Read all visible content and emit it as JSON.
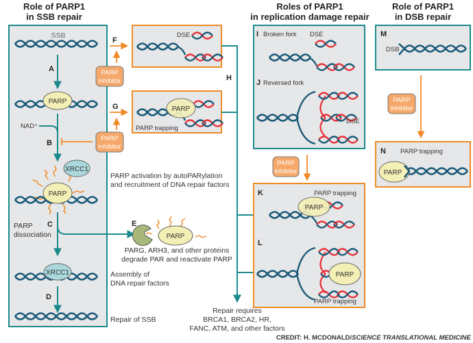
{
  "colors": {
    "teal": "#1b8a8c",
    "orange": "#f08a24",
    "dna_blue": "#1a5a78",
    "dna_red": "#e8323a",
    "panel_fill": "#e6e7e9",
    "parp_fill": "#f4efb5",
    "xrcc1_fill": "#aad8dc",
    "inhibitor_fill": "#f5a869",
    "parg_fill": "#a8b87a"
  },
  "sections": {
    "ssb": {
      "title_line1": "Role of PARP1",
      "title_line2": "in SSB repair"
    },
    "replication": {
      "title_line1": "Roles of PARP1",
      "title_line2": "in replication damage repair"
    },
    "dsb": {
      "title_line1": "Role of PARP1",
      "title_line2": "in DSB repair"
    }
  },
  "labels": {
    "ssb": "SSB",
    "nad": "NAD⁺",
    "parp": "PARP",
    "xrcc1": "XRCC1",
    "dse": "DSE",
    "dsb": "DSB",
    "parp_dissociation_1": "PARP",
    "parp_dissociation_2": "dissociation",
    "parp_trapping": "PARP trapping",
    "inhibitor_line1": "PARP",
    "inhibitor_line2": "inhibitor",
    "broken_fork": "Broken fork",
    "reversed_fork": "Reversed fork"
  },
  "steps": [
    "A",
    "B",
    "C",
    "D",
    "E",
    "F",
    "G",
    "H",
    "I",
    "J",
    "K",
    "L",
    "M",
    "N"
  ],
  "captions": {
    "activation_1": "PARP activation by autoPARylation",
    "activation_2": "and recruitment of DNA repair factors",
    "parg_1": "PARG, ARH3, and other proteins",
    "parg_2": "degrade PAR and reactivate PARP",
    "assembly_1": "Assembly of",
    "assembly_2": "DNA repair factors",
    "repair_ssb": "Repair of SSB",
    "requires_1": "Repair requires",
    "requires_2": "BRCA1, BRCA2, HR,",
    "requires_3": "FANC, ATM, and other factors"
  },
  "credit": {
    "prefix": "CREDIT: H. MCDONALD/",
    "journal": "SCIENCE TRANSLATIONAL MEDICINE"
  }
}
